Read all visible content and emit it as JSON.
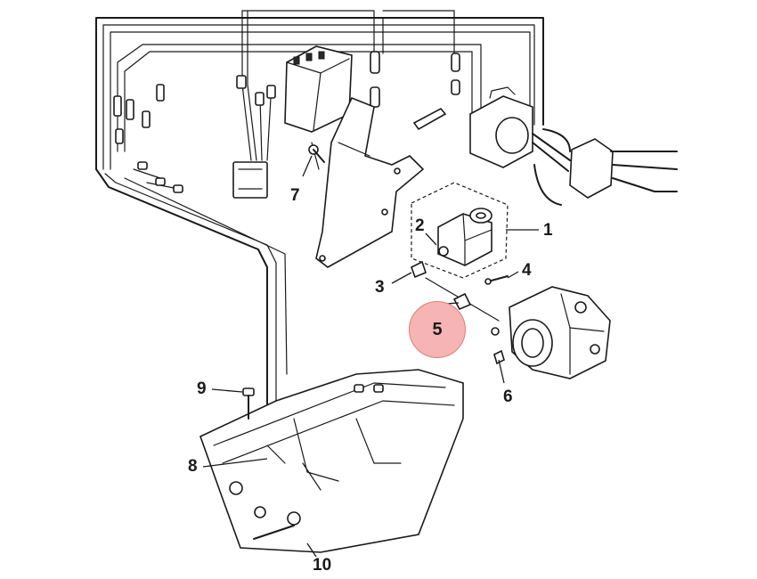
{
  "callouts": {
    "c1": "1",
    "c2": "2",
    "c3": "3",
    "c4": "4",
    "c5": "5",
    "c6": "6",
    "c7": "7",
    "c8": "8",
    "c9": "9",
    "c10": "10"
  },
  "highlight": {
    "part": "5",
    "color": "#f6b4b4"
  }
}
